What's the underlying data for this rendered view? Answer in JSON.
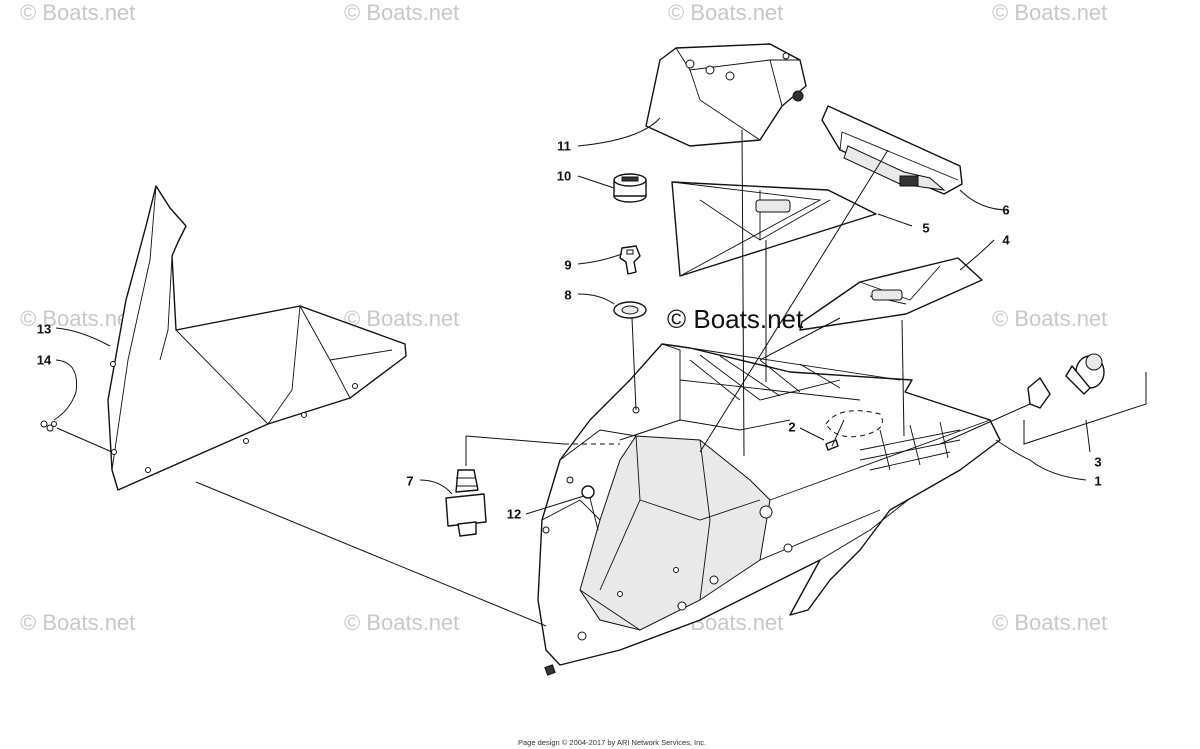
{
  "watermark_text": "© Boats.net",
  "center_watermark_text": "© Boats.net",
  "callouts": [
    "1",
    "2",
    "3",
    "4",
    "5",
    "6",
    "7",
    "8",
    "9",
    "10",
    "11",
    "12",
    "13",
    "14"
  ],
  "footer_text": "Page design © 2004-2017 by ARI Network Services, Inc.",
  "colors": {
    "line": "#111111",
    "watermark": "#c8c8c8",
    "background": "#ffffff"
  }
}
